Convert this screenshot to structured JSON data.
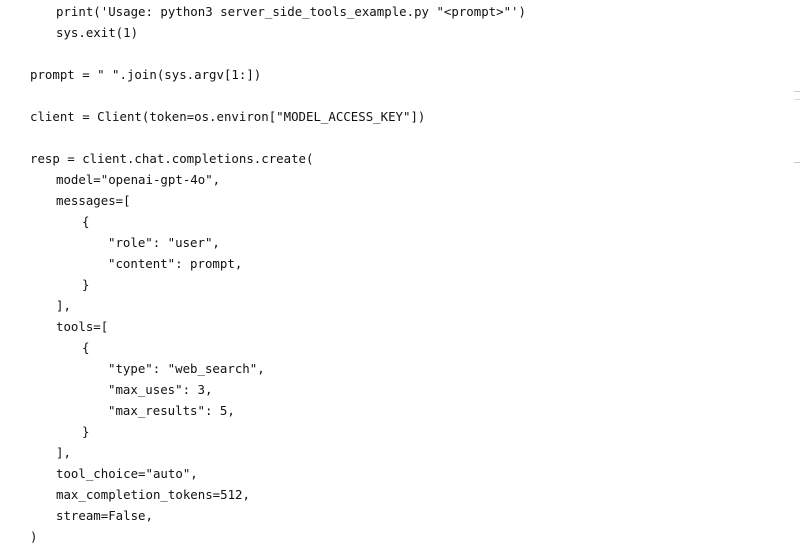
{
  "code": {
    "lines": [
      "print('Usage: python3 server_side_tools_example.py \"<prompt>\"')",
      "sys.exit(1)",
      "",
      "prompt = \" \".join(sys.argv[1:])",
      "",
      "client = Client(token=os.environ[\"MODEL_ACCESS_KEY\"])",
      "",
      "resp = client.chat.completions.create(",
      "model=\"openai-gpt-4o\",",
      "messages=[",
      "{",
      "\"role\": \"user\",",
      "\"content\": prompt,",
      "}",
      "],",
      "tools=[",
      "{",
      "\"type\": \"web_search\",",
      "\"max_uses\": 3,",
      "\"max_results\": 5,",
      "}",
      "],",
      "tool_choice=\"auto\",",
      "max_completion_tokens=512,",
      "stream=False,",
      ")"
    ]
  }
}
